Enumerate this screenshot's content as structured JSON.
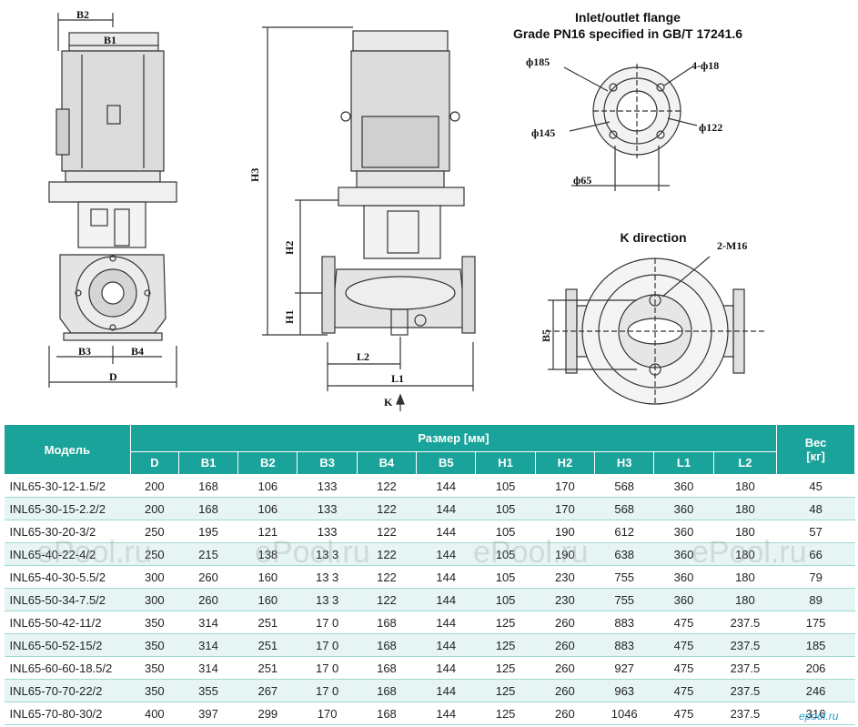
{
  "drawing": {
    "flange_title": "Inlet/outlet flange",
    "flange_subtitle": "Grade PN16 specified in GB/T 17241.6",
    "k_direction": "K direction",
    "labels": {
      "b2": "B2",
      "b1": "B1",
      "b3": "B3",
      "b4": "B4",
      "d": "D",
      "h3": "H3",
      "h2": "H2",
      "h1": "H1",
      "l2": "L2",
      "l1": "L1",
      "k": "K",
      "b5": "B5",
      "m16": "2-M16",
      "phi185": "ф185",
      "holes": "4-ф18",
      "phi145": "ф145",
      "phi122": "ф122",
      "phi65": "ф65"
    }
  },
  "table": {
    "model_header": "Модель",
    "size_header": "Размер [мм]",
    "weight_header_line1": "Вес",
    "weight_header_line2": "[кг]",
    "columns": [
      "D",
      "B1",
      "B2",
      "B3",
      "B4",
      "B5",
      "H1",
      "H2",
      "H3",
      "L1",
      "L2"
    ],
    "rows": [
      [
        "INL65-30-12-1.5/2",
        "200",
        "168",
        "106",
        "133",
        "122",
        "144",
        "105",
        "170",
        "568",
        "360",
        "180",
        "45"
      ],
      [
        "INL65-30-15-2.2/2",
        "200",
        "168",
        "106",
        "133",
        "122",
        "144",
        "105",
        "170",
        "568",
        "360",
        "180",
        "48"
      ],
      [
        "INL65-30-20-3/2",
        "250",
        "195",
        "121",
        "133",
        "122",
        "144",
        "105",
        "190",
        "612",
        "360",
        "180",
        "57"
      ],
      [
        "INL65-40-22-4/2",
        "250",
        "215",
        "138",
        "13 3",
        "122",
        "144",
        "105",
        "190",
        "638",
        "360",
        "180",
        "66"
      ],
      [
        "INL65-40-30-5.5/2",
        "300",
        "260",
        "160",
        "13 3",
        "122",
        "144",
        "105",
        "230",
        "755",
        "360",
        "180",
        "79"
      ],
      [
        "INL65-50-34-7.5/2",
        "300",
        "260",
        "160",
        "13 3",
        "122",
        "144",
        "105",
        "230",
        "755",
        "360",
        "180",
        "89"
      ],
      [
        "INL65-50-42-11/2",
        "350",
        "314",
        "251",
        "17 0",
        "168",
        "144",
        "125",
        "260",
        "883",
        "475",
        "237.5",
        "175"
      ],
      [
        "INL65-50-52-15/2",
        "350",
        "314",
        "251",
        "17 0",
        "168",
        "144",
        "125",
        "260",
        "883",
        "475",
        "237.5",
        "185"
      ],
      [
        "INL65-60-60-18.5/2",
        "350",
        "314",
        "251",
        "17 0",
        "168",
        "144",
        "125",
        "260",
        "927",
        "475",
        "237.5",
        "206"
      ],
      [
        "INL65-70-70-22/2",
        "350",
        "355",
        "267",
        "17 0",
        "168",
        "144",
        "125",
        "260",
        "963",
        "475",
        "237.5",
        "246"
      ],
      [
        "INL65-70-80-30/2",
        "400",
        "397",
        "299",
        "170",
        "168",
        "144",
        "125",
        "260",
        "1046",
        "475",
        "237.5",
        "316"
      ]
    ]
  },
  "watermark": "ePool.ru",
  "logo": "epool.ru",
  "colors": {
    "header": "#1aa39a",
    "stripe": "#e6f5f3",
    "line": "#333333"
  }
}
